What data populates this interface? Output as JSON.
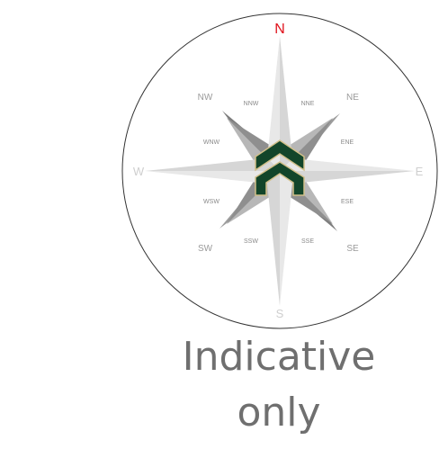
{
  "compass": {
    "cardinals": {
      "n": "N",
      "e": "E",
      "s": "S",
      "w": "W"
    },
    "intercardinals": {
      "ne": "NE",
      "se": "SE",
      "sw": "SW",
      "nw": "NW"
    },
    "secondary": {
      "nne": "NNE",
      "ene": "ENE",
      "ese": "ESE",
      "sse": "SSE",
      "ssw": "SSW",
      "wsw": "WSW",
      "wnw": "WNW",
      "nnw": "NNW"
    },
    "colors": {
      "north_label": "#e0121b",
      "other_labels": "#cfcfcf",
      "intercardinal_labels": "#9a9a9a",
      "secondary_labels": "#8a8a8a",
      "ring": "#333333",
      "logo_fill": "#12452a",
      "logo_outline": "#d2c08a"
    },
    "center_icon": "house-chevron-logo-icon"
  },
  "caption": {
    "line1": "Indicative",
    "line2": "only"
  }
}
